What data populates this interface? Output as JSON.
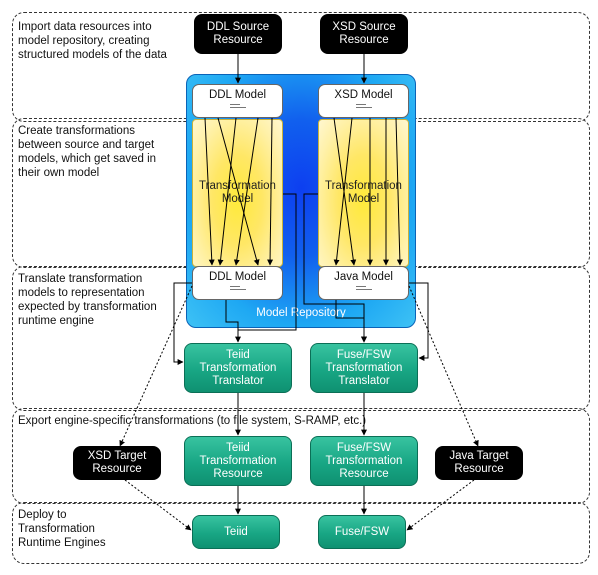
{
  "lanes": [
    {
      "text": "Import data resources into\nmodel repository, creating\nstructured models of the data"
    },
    {
      "text": "Create transformations\nbetween source and target\nmodels, which get saved in\ntheir own model"
    },
    {
      "text": "Translate transformation\nmodels to representation\nexpected by transformation\nruntime engine"
    },
    {
      "text": "Export engine-specific transformations (to file system, S-RAMP, etc.)"
    },
    {
      "text": "Deploy to\nTransformation\nRuntime Engines"
    }
  ],
  "sources": {
    "ddl": "DDL Source\nResource",
    "xsd": "XSD Source\nResource"
  },
  "repository": {
    "label": "Model Repository",
    "ddl_model_top": "DDL Model",
    "xsd_model_top": "XSD Model",
    "transform_left": "Transformation\nModel",
    "transform_right": "Transformation\nModel",
    "ddl_model_bottom": "DDL Model",
    "java_model": "Java Model"
  },
  "translators": {
    "teiid": "Teiid\nTransformation\nTranslator",
    "fuse": "Fuse/FSW\nTransformation\nTranslator"
  },
  "resources": {
    "xsd_target": "XSD Target\nResource",
    "teiid": "Teiid\nTransformation\nResource",
    "fuse": "Fuse/FSW\nTransformation\nResource",
    "java_target": "Java Target\nResource"
  },
  "engines": {
    "teiid": "Teiid",
    "fuse": "Fuse/FSW"
  },
  "colors": {
    "repository": "#1160ee",
    "translator": "#18a684",
    "transformation": "#ffe766",
    "external": "#000000"
  }
}
